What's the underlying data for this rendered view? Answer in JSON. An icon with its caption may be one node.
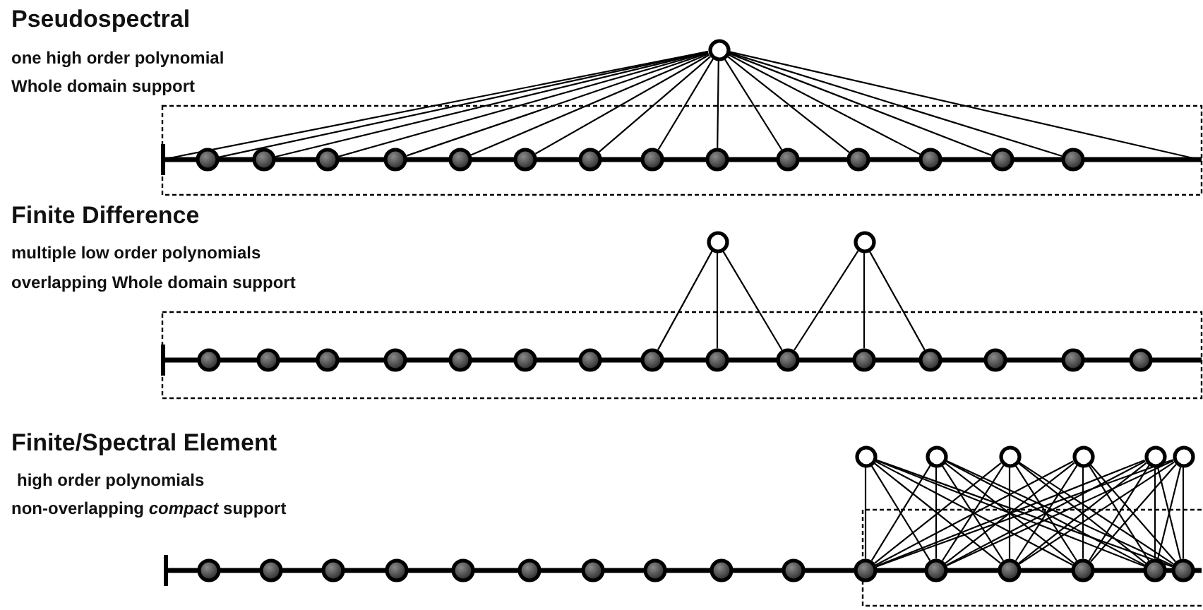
{
  "diagram": {
    "nodes": [
      {
        "text": [],
        "shape": "circle"
      },
      {
        "text": [],
        "shape": "bar"
      },
      {
        "text": [],
        "shape": "circle"
      },
      {
        "text": [],
        "shape": "circle"
      },
      {
        "text": [],
        "shape": "circle"
      },
      {
        "text": [],
        "shape": "circle"
      },
      {
        "text": [],
        "shape": "circle"
      },
      {
        "text": [],
        "shape": "circle"
      },
      {
        "text": [],
        "shape": "circle"
      },
      {
        "text": [],
        "shape": "circle"
      },
      {
        "text": [],
        "shape": "circle"
      },
      {
        "text": [],
        "shape": "circle"
      },
      {
        "text": [],
        "shape": "circle"
      },
      {
        "text": [],
        "shape": "circle"
      },
      {
        "text": [],
        "shape": "circle"
      },
      {
        "text": [],
        "shape": "circle"
      },
      {
        "text": [],
        "shape": "circle"
      },
      {
        "text": [],
        "shape": "circle"
      },
      {
        "text": [],
        "shape": "bar"
      },
      {
        "text": [],
        "shape": "circle"
      },
      {
        "text": [],
        "shape": "circle"
      },
      {
        "text": [],
        "shape": "circle"
      },
      {
        "text": [],
        "shape": "circle"
      },
      {
        "text": [],
        "shape": "circle"
      },
      {
        "text": [],
        "shape": "circle"
      },
      {
        "text": [],
        "shape": "circle"
      },
      {
        "text": [],
        "shape": "circle"
      },
      {
        "text": [],
        "shape": "circle"
      },
      {
        "text": [],
        "shape": "circle"
      },
      {
        "text": [],
        "shape": "circle"
      },
      {
        "text": [],
        "shape": "circle"
      },
      {
        "text": [],
        "shape": "circle"
      },
      {
        "text": [],
        "shape": "circle"
      },
      {
        "text": [],
        "shape": "circle"
      },
      {
        "text": [],
        "shape": "circle"
      },
      {
        "text": [],
        "shape": "circle"
      },
      {
        "text": [],
        "shape": "circle"
      },
      {
        "text": [],
        "shape": "circle"
      },
      {
        "text": [],
        "shape": "circle"
      },
      {
        "text": [],
        "shape": "circle"
      },
      {
        "text": [],
        "shape": "bar"
      },
      {
        "text": [],
        "shape": "circle"
      },
      {
        "text": [],
        "shape": "circle"
      },
      {
        "text": [],
        "shape": "circle"
      },
      {
        "text": [],
        "shape": "circle"
      },
      {
        "text": [],
        "shape": "circle"
      },
      {
        "text": [],
        "shape": "circle"
      },
      {
        "text": [],
        "shape": "circle"
      },
      {
        "text": [],
        "shape": "circle"
      },
      {
        "text": [],
        "shape": "circle"
      },
      {
        "text": [],
        "shape": "circle"
      },
      {
        "text": [],
        "shape": "circle"
      },
      {
        "text": [],
        "shape": "circle"
      },
      {
        "text": [],
        "shape": "circle"
      },
      {
        "text": [],
        "shape": "circle"
      },
      {
        "text": [],
        "shape": "circle"
      },
      {
        "text": [],
        "shape": "circle"
      }
    ],
    "edges": [
      {
        "from": 0,
        "to": 1,
        "arrow": "none"
      },
      {
        "from": 0,
        "to": 2,
        "arrow": "none"
      },
      {
        "from": 0,
        "to": 3,
        "arrow": "none"
      },
      {
        "from": 0,
        "to": 4,
        "arrow": "none"
      },
      {
        "from": 0,
        "to": 5,
        "arrow": "none"
      },
      {
        "from": 0,
        "to": 6,
        "arrow": "none"
      },
      {
        "from": 0,
        "to": 7,
        "arrow": "none"
      },
      {
        "from": 0,
        "to": 8,
        "arrow": "none"
      },
      {
        "from": 0,
        "to": 9,
        "arrow": "none"
      },
      {
        "from": 0,
        "to": 10,
        "arrow": "none"
      },
      {
        "from": 0,
        "to": 11,
        "arrow": "none"
      },
      {
        "from": 0,
        "to": 12,
        "arrow": "none"
      },
      {
        "from": 0,
        "to": 13,
        "arrow": "none"
      },
      {
        "from": 0,
        "to": 14,
        "arrow": "none"
      },
      {
        "from": 0,
        "to": 15,
        "arrow": "none"
      },
      {
        "from": 0,
        "to": null,
        "arrow": "none"
      },
      {
        "from": 16,
        "to": 26,
        "arrow": "none"
      },
      {
        "from": 16,
        "to": 27,
        "arrow": "none"
      },
      {
        "from": 16,
        "to": 28,
        "arrow": "none"
      },
      {
        "from": 17,
        "to": 28,
        "arrow": "none"
      },
      {
        "from": 17,
        "to": 29,
        "arrow": "none"
      },
      {
        "from": 17,
        "to": 30,
        "arrow": "none"
      },
      {
        "from": 34,
        "to": 51,
        "arrow": "none"
      },
      {
        "from": 34,
        "to": 52,
        "arrow": "none"
      },
      {
        "from": 34,
        "to": 53,
        "arrow": "none"
      },
      {
        "from": 34,
        "to": 54,
        "arrow": "none"
      },
      {
        "from": 34,
        "to": 55,
        "arrow": "none"
      },
      {
        "from": 34,
        "to": 56,
        "arrow": "none"
      },
      {
        "from": 35,
        "to": 51,
        "arrow": "none"
      },
      {
        "from": 35,
        "to": 52,
        "arrow": "none"
      },
      {
        "from": 35,
        "to": 53,
        "arrow": "none"
      },
      {
        "from": 35,
        "to": 54,
        "arrow": "none"
      },
      {
        "from": 35,
        "to": 55,
        "arrow": "none"
      },
      {
        "from": 35,
        "to": 56,
        "arrow": "none"
      },
      {
        "from": 36,
        "to": 51,
        "arrow": "none"
      },
      {
        "from": 36,
        "to": 52,
        "arrow": "none"
      },
      {
        "from": 36,
        "to": 53,
        "arrow": "none"
      },
      {
        "from": 36,
        "to": 54,
        "arrow": "none"
      },
      {
        "from": 36,
        "to": 55,
        "arrow": "none"
      },
      {
        "from": 36,
        "to": 56,
        "arrow": "none"
      },
      {
        "from": 37,
        "to": 51,
        "arrow": "none"
      },
      {
        "from": 37,
        "to": 52,
        "arrow": "none"
      },
      {
        "from": 37,
        "to": 53,
        "arrow": "none"
      },
      {
        "from": 37,
        "to": 54,
        "arrow": "none"
      },
      {
        "from": 37,
        "to": 55,
        "arrow": "none"
      },
      {
        "from": 37,
        "to": 56,
        "arrow": "none"
      },
      {
        "from": 38,
        "to": 51,
        "arrow": "none"
      },
      {
        "from": 38,
        "to": 52,
        "arrow": "none"
      },
      {
        "from": 38,
        "to": 53,
        "arrow": "none"
      },
      {
        "from": 38,
        "to": 54,
        "arrow": "none"
      },
      {
        "from": 38,
        "to": 55,
        "arrow": "none"
      },
      {
        "from": 38,
        "to": 56,
        "arrow": "none"
      },
      {
        "from": 39,
        "to": 51,
        "arrow": "none"
      },
      {
        "from": 39,
        "to": 52,
        "arrow": "none"
      },
      {
        "from": 39,
        "to": 53,
        "arrow": "none"
      },
      {
        "from": 39,
        "to": 54,
        "arrow": "none"
      },
      {
        "from": 39,
        "to": 55,
        "arrow": "none"
      },
      {
        "from": 39,
        "to": 56,
        "arrow": "none"
      }
    ],
    "labels": [
      "Pseudospectral",
      "one high order polynomial",
      "Whole domain support",
      "Finite Difference",
      "multiple low order polynomials",
      "overlapping Whole domain support",
      "Finite/Spectral Element",
      "high order polynomials",
      "non-overlapping *compact* support"
    ]
  }
}
